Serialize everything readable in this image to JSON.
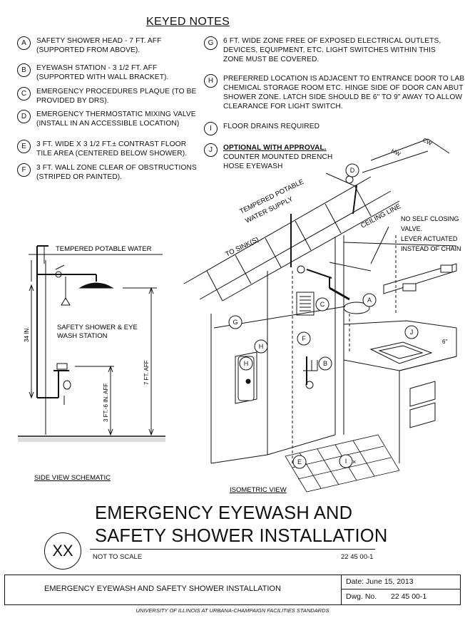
{
  "keyed_notes_title": "KEYED NOTES",
  "notes": [
    {
      "key": "A",
      "lines": [
        "SAFETY SHOWER HEAD - 7 FT. AFF",
        "(SUPPORTED FROM ABOVE)."
      ]
    },
    {
      "key": "B",
      "lines": [
        "EYEWASH STATION - 3 1/2 FT.  AFF",
        "(SUPPORTED WITH WALL BRACKET)."
      ]
    },
    {
      "key": "C",
      "lines": [
        "EMERGENCY PROCEDURES PLAQUE (TO BE",
        "PROVIDED BY DRS)."
      ]
    },
    {
      "key": "D",
      "lines": [
        "EMERGENCY THERMOSTATIC MIXING VALVE",
        "(INSTALL IN AN ACCESSIBLE LOCATION)"
      ]
    },
    {
      "key": "E",
      "lines": [
        "3 FT. WIDE x 3 1/2 FT.± CONTRAST FLOOR",
        "TILE AREA (CENTERED BELOW SHOWER)."
      ]
    },
    {
      "key": "F",
      "lines": [
        "3 FT. WALL ZONE CLEAR OF OBSTRUCTIONS",
        "(STRIPED OR PAINTED)."
      ]
    },
    {
      "key": "G",
      "lines": [
        "6 FT. WIDE ZONE FREE OF EXPOSED  ELECTRICAL OUTLETS,",
        "DEVICES,  EQUIPMENT, ETC. LIGHT SWITCHES  WITHIN THIS",
        "ZONE MUST BE COVERED."
      ]
    },
    {
      "key": "H",
      "lines": [
        "PREFERRED LOCATION IS ADJACENT TO  ENTRANCE DOOR TO LAB.,",
        "CHEMICAL STORAGE ROOM ETC. HINGE SIDE OF  DOOR CAN ABUT THE",
        "SHOWER ZONE.  LATCH SIDE SHOULD BE 6\" TO 9\" AWAY TO  ALLOW",
        "CLEARANCE FOR LIGHT SWITCH."
      ]
    },
    {
      "key": "I",
      "lines": [
        "FLOOR DRAINS REQUIRED"
      ]
    },
    {
      "key": "J",
      "optional": "OPTIONAL WITH APPROVAL.",
      "lines": [
        "COUNTER MOUNTED DRENCH",
        "HOSE EYEWASH"
      ]
    }
  ],
  "side_view": {
    "tempered_label": "TEMPERED POTABLE WATER",
    "station_label_1": "SAFETY SHOWER &  EYE",
    "station_label_2": "WASH STATION",
    "dim_34": "34 IN.",
    "dim_7ft": "7 FT. AFF",
    "dim_3ft6": "3 FT.-6 IN. AFF",
    "caption": "SIDE VIEW SCHEMATIC"
  },
  "iso_view": {
    "water_supply_1": "TEMPERED POTABLE",
    "water_supply_2": "WATER SUPPLY",
    "to_sink": "TO SINK(S)",
    "ceiling_line": "CEILING  LINE",
    "valve_note_1": "NO SELF CLOSING",
    "valve_note_2": "VALVE.",
    "valve_note_3": "LEVER ACTUATED",
    "valve_note_4": "INSTEAD OF CHAIN",
    "cw": "CW",
    "hw": "HW",
    "six_in": "6\"",
    "drain_mark": "×",
    "caption": "ISOMETRIC VIEW"
  },
  "title_line_1": "EMERGENCY EYEWASH AND",
  "title_line_2": "SAFETY SHOWER INSTALLATION",
  "detail_symbol": "XX",
  "not_to_scale": "NOT TO SCALE",
  "ref_number": "22 45 00-1",
  "title_block": {
    "name": "EMERGENCY EYEWASH AND SAFETY SHOWER INSTALLATION",
    "date": "Date: June 15, 2013",
    "dwg_label": "Dwg. No.",
    "dwg_no": "22 45 00-1"
  },
  "footer": "UNIVERSITY OF ILLINOIS AT URBANA-CHAMPAIGN FACILITIES STANDARDS"
}
